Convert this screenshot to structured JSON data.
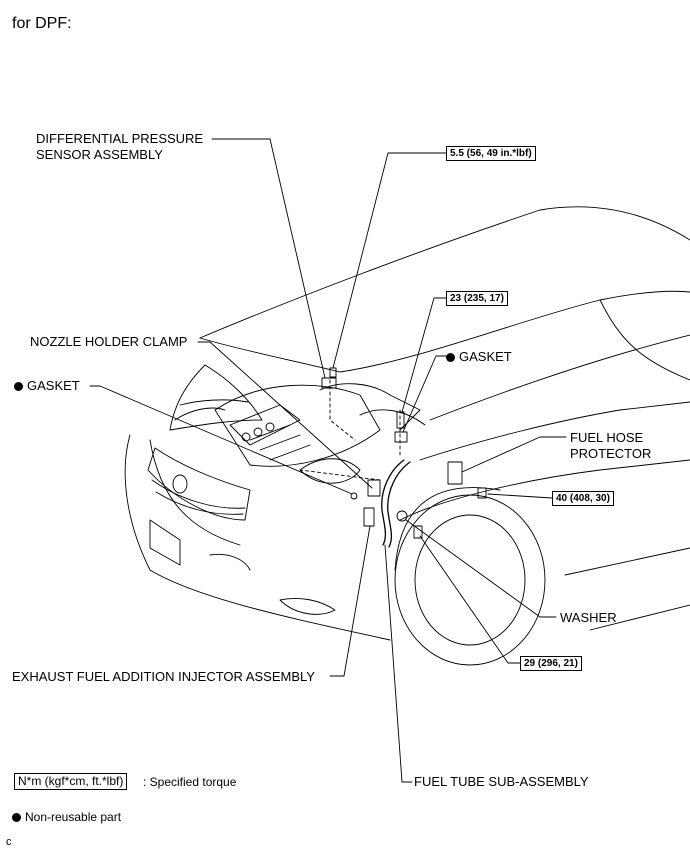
{
  "header": {
    "title": "for DPF:"
  },
  "callouts": {
    "diff_pressure_sensor_line1": "DIFFERENTIAL PRESSURE",
    "diff_pressure_sensor_line2": "SENSOR ASSEMBLY",
    "nozzle_holder_clamp": "NOZZLE HOLDER CLAMP",
    "gasket_left": "GASKET",
    "gasket_right": "GASKET",
    "fuel_hose_protector_line1": "FUEL HOSE",
    "fuel_hose_protector_line2": "PROTECTOR",
    "washer": "WASHER",
    "exhaust_injector": "EXHAUST FUEL ADDITION INJECTOR ASSEMBLY",
    "fuel_tube": "FUEL TUBE SUB-ASSEMBLY"
  },
  "torques": {
    "sensor_bolt": "5.5 (56, 49 in.*lbf)",
    "upper_bolt": "23 (235, 17)",
    "protector_bolt": "40 (408, 30)",
    "tube_bolt": "29 (296, 21)"
  },
  "legend": {
    "torque_box": "N*m (kgf*cm, ft.*lbf)",
    "torque_desc": ": Specified torque",
    "nonreusable": "Non-reusable part"
  },
  "footer": {
    "code": "c"
  }
}
